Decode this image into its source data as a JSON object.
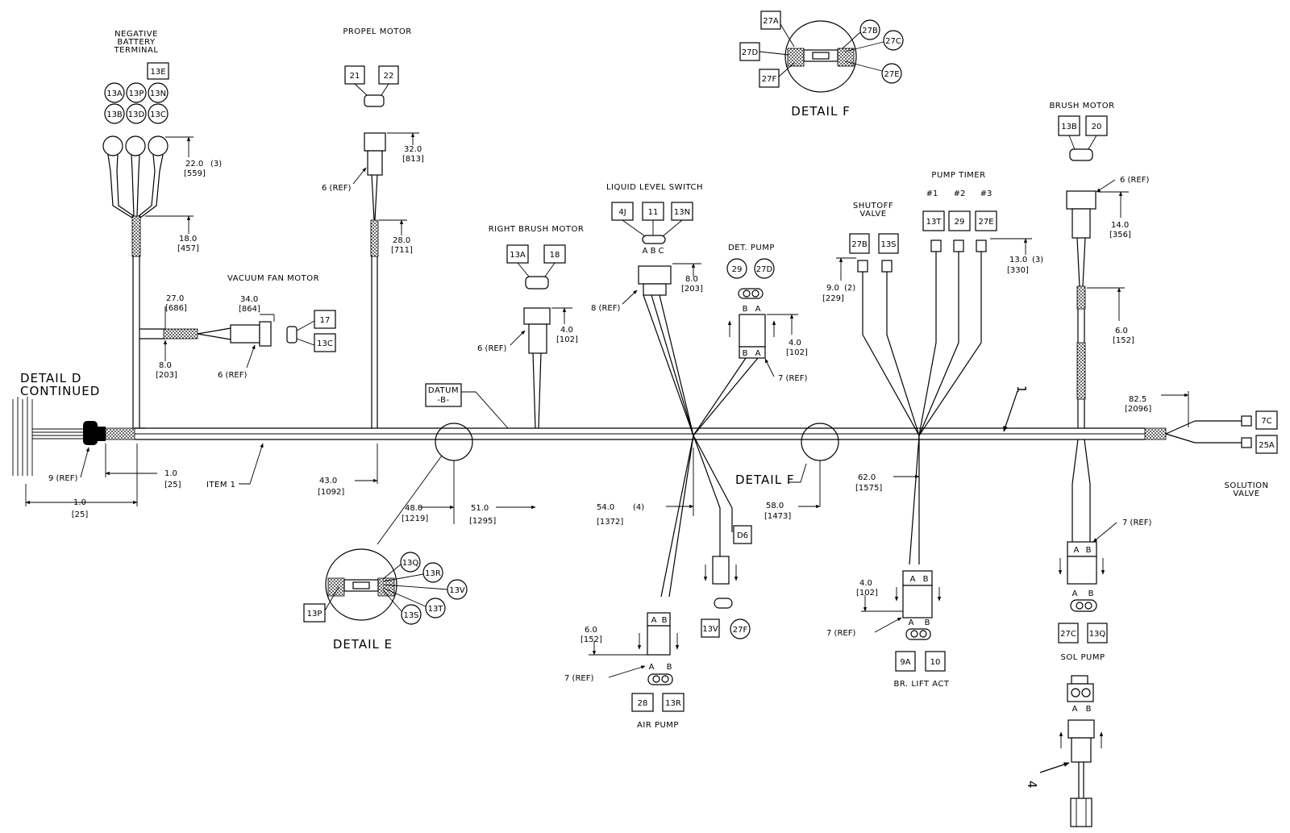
{
  "title": {
    "detail_d_line1": "DETAIL D",
    "detail_d_line2": "CONTINUED",
    "detail_e": "DETAIL E",
    "detail_f_top": "DETAIL F",
    "detail_f_bottom": "DETAIL F"
  },
  "components": {
    "neg_batt_1": "NEGATIVE",
    "neg_batt_2": "BATTERY",
    "neg_batt_3": "TERMINAL",
    "propel_motor": "PROPEL MOTOR",
    "vacuum_fan_motor": "VACUUM FAN MOTOR",
    "right_brush_motor": "RIGHT BRUSH MOTOR",
    "liquid_level_switch": "LIQUID LEVEL SWITCH",
    "det_pump": "DET. PUMP",
    "shutoff_valve_1": "SHUTOFF",
    "shutoff_valve_2": "VALVE",
    "pump_timer": "PUMP TIMER",
    "brush_motor": "BRUSH MOTOR",
    "solution_valve_1": "SOLUTION",
    "solution_valve_2": "VALVE",
    "air_pump": "AIR PUMP",
    "br_lift_act": "BR. LIFT ACT",
    "sol_pump": "SOL PUMP",
    "datum_1": "DATUM",
    "datum_2": "-B-",
    "item_1": "ITEM 1"
  },
  "tags": {
    "t13E": "13E",
    "t13A": "13A",
    "t13P": "13P",
    "t13N": "13N",
    "t13B": "13B",
    "t13D": "13D",
    "t13C": "13C",
    "t21": "21",
    "t22": "22",
    "t17": "17",
    "t13C_vac": "13C",
    "t13A_rb": "13A",
    "t18": "18",
    "t4J": "4J",
    "t11": "11",
    "t13N_ll": "13N",
    "t29": "29",
    "t27D": "27D",
    "t27B": "27B",
    "t13S": "13S",
    "t13T": "13T",
    "t29_pt": "29",
    "t27E": "27E",
    "t13B_bm": "13B",
    "t20": "20",
    "t7C": "7C",
    "t25A": "25A",
    "t27A": "27A",
    "t27B_f": "27B",
    "t27C": "27C",
    "t27D_f": "27D",
    "t27E_f": "27E",
    "t27F": "27F",
    "t13Q": "13Q",
    "t13R": "13R",
    "t13V": "13V",
    "t13T_e": "13T",
    "t13S_e": "13S",
    "t13P_e": "13P",
    "tD6": "D6",
    "t13V_b": "13V",
    "t27F_b": "27F",
    "t28": "28",
    "t13R_ap": "13R",
    "t9A": "9A",
    "t10": "10",
    "t27C_sp": "27C",
    "t13Q_sp": "13Q",
    "pin_a": "A",
    "pin_b": "B",
    "pin_c": "C",
    "timer_1": "#1",
    "timer_2": "#2",
    "timer_3": "#3",
    "pointer_1": "1",
    "pointer_4": "4"
  },
  "dimensions": {
    "d22": "22.0",
    "d22b": "[559]",
    "d22n": "(3)",
    "d18": "18.0",
    "d18b": "[457]",
    "d32": "32.0",
    "d32b": "[813]",
    "d28": "28.0",
    "d28b": "[711]",
    "d6ref_pm": "6 (REF)",
    "d27": "27.0",
    "d27b": "[686]",
    "d34": "34.0",
    "d34b": "[864]",
    "d8": "8.0",
    "d8b": "[203]",
    "d6ref_vac": "6 (REF)",
    "d9ref": "9 (REF)",
    "d1a": "1.0",
    "d1ab": "[25]",
    "d1b": "1.0",
    "d1bb": "[25]",
    "d43": "43.0",
    "d43b": "[1092]",
    "d48": "48.0",
    "d48b": "[1219]",
    "d51": "51.0",
    "d51b": "[1295]",
    "d4_rb": "4.0",
    "d4_rbb": "[102]",
    "d6ref_rb": "6 (REF)",
    "d8_ll": "8.0",
    "d8_llb": "[203]",
    "d8ref_ll": "8 (REF)",
    "d4_dp": "4.0",
    "d4_dpb": "[102]",
    "d7ref_dp": "7 (REF)",
    "d9": "9.0",
    "d9b": "[229]",
    "d9n": "(2)",
    "d13": "13.0",
    "d13b": "[330]",
    "d13n": "(3)",
    "d54": "54.0",
    "d54n": "(4)",
    "d54b": "[1372]",
    "d58": "58.0",
    "d58b": "[1473]",
    "d62": "62.0",
    "d62b": "[1575]",
    "d6ref_bm": "6 (REF)",
    "d14": "14.0",
    "d14b": "[356]",
    "d6_bm": "6.0",
    "d6_bmb": "[152]",
    "d82": "82.5",
    "d82b": "[2096]",
    "d7ref_sp": "7 (REF)",
    "d6_ap": "6.0",
    "d6_apb": "[152]",
    "d7ref_ap": "7 (REF)",
    "d4_bl": "4.0",
    "d4_blb": "[102]",
    "d7ref_bl": "7 (REF)"
  }
}
